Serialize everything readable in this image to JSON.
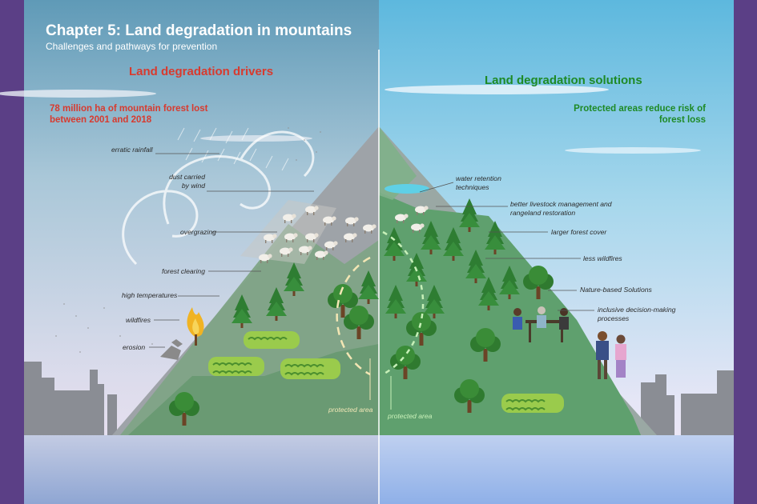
{
  "header": {
    "title": "Chapter 5: Land degradation in mountains",
    "subtitle": "Challenges and pathways for prevention"
  },
  "left_panel": {
    "heading": "Land degradation drivers",
    "statistic": "78 million ha of mountain forest lost between 2001 and 2018",
    "labels": {
      "erratic_rainfall": "erratic rainfall",
      "dust_wind_1": "dust carried",
      "dust_wind_2": "by wind",
      "overgrazing": "overgrazing",
      "forest_clearing": "forest clearing",
      "high_temperatures": "high temperatures",
      "wildfires": "wildfires",
      "erosion": "erosion",
      "protected_area": "protected area"
    }
  },
  "right_panel": {
    "heading": "Land degradation solutions",
    "statistic": "Protected areas reduce risk of forest loss",
    "labels": {
      "water_retention_1": "water retention",
      "water_retention_2": "techniques",
      "livestock_1": "better livestock management and",
      "livestock_2": "rangeland restoration",
      "forest_cover": "larger forest cover",
      "less_wildfires": "less wildfires",
      "nature_based": "Nature-based Solutions",
      "inclusive_1": "inclusive decision-making",
      "inclusive_2": "processes",
      "protected_area": "protected area"
    }
  },
  "colors": {
    "drivers_heading": "#d83a2e",
    "solutions_heading": "#1e8a25",
    "background_frame": "#5b3f86"
  }
}
